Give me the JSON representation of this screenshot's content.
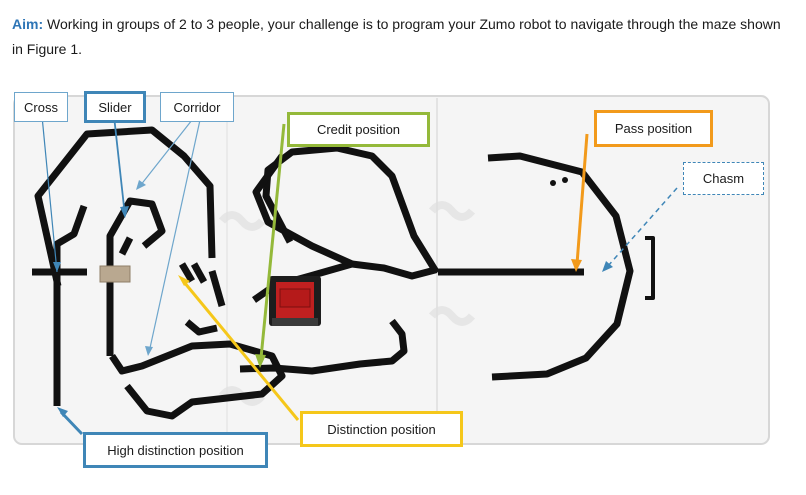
{
  "aim": {
    "label": "Aim:",
    "text": " Working in groups of 2 to 3 people, your challenge is to program your Zumo robot to navigate through the maze shown in Figure 1."
  },
  "callouts": {
    "cross": "Cross",
    "slider": "Slider",
    "corridor": "Corridor",
    "credit": "Credit position",
    "pass": "Pass position",
    "chasm": "Chasm",
    "distinction": "Distinction position",
    "high_distinction": "High distinction position"
  },
  "colors": {
    "aim_label": "#2e75b6",
    "blue": "#3f86b7",
    "green": "#94b93a",
    "orange": "#f29a1b",
    "yellow": "#f5c71a",
    "track": "#111111"
  }
}
